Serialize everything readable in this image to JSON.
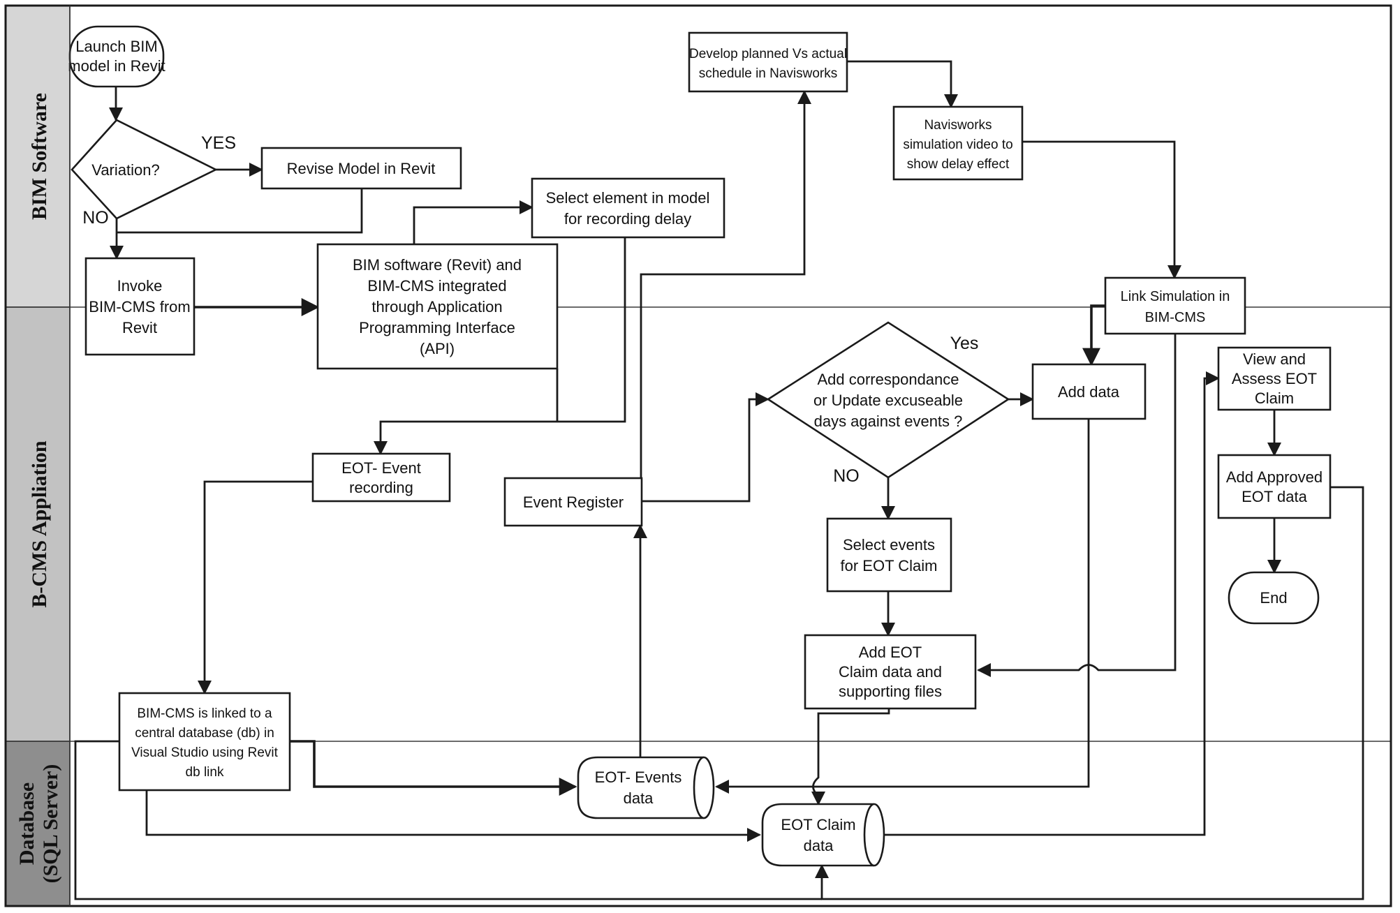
{
  "title": "BIM-CMS EOT claim process flowchart",
  "colors": {
    "lane_bim_software_bg": "#d6d6d6",
    "lane_bcms_application_bg": "#c2c2c2",
    "lane_database_bg": "#8e8e8e",
    "line_color": "#1a1a1a",
    "node_bg": "#ffffff"
  },
  "lanes": {
    "bim_software": {
      "label": "BIM Software"
    },
    "bcms_application": {
      "label": "B-CMS Appliation"
    },
    "database": {
      "label_line1": "Database",
      "label_line2": "(SQL Server)"
    }
  },
  "edge_labels": {
    "yes_upper": "YES",
    "no_upper": "NO",
    "yes_lower": "Yes",
    "no_lower": "NO"
  },
  "nodes": {
    "launch": {
      "type": "terminator",
      "lines": [
        "Launch BIM",
        "model in Revit"
      ]
    },
    "variation": {
      "type": "decision",
      "lines": [
        "Variation?"
      ]
    },
    "revise": {
      "type": "process",
      "lines": [
        "Revise Model in Revit"
      ]
    },
    "invoke": {
      "type": "process",
      "lines": [
        "Invoke",
        "BIM-CMS from",
        "Revit"
      ]
    },
    "api": {
      "type": "process",
      "lines": [
        "BIM software (Revit) and",
        "BIM-CMS integrated",
        "through Application",
        "Programming Interface",
        "(API)"
      ]
    },
    "select_element": {
      "type": "process",
      "lines": [
        "Select element in model",
        "for recording delay"
      ]
    },
    "develop": {
      "type": "process",
      "lines": [
        "Develop planned Vs actual",
        "schedule in Navisworks"
      ]
    },
    "navis_video": {
      "type": "process",
      "lines": [
        "Navisworks",
        "simulation video to",
        "show delay effect"
      ]
    },
    "link_sim": {
      "type": "process",
      "lines": [
        "Link Simulation in",
        "BIM-CMS"
      ]
    },
    "eot_recording": {
      "type": "process",
      "lines": [
        "EOT- Event",
        "recording"
      ]
    },
    "event_register": {
      "type": "process",
      "lines": [
        "Event Register"
      ]
    },
    "correspondence": {
      "type": "decision",
      "lines": [
        "Add correspondance",
        "or Update excuseable",
        "days against events ?"
      ]
    },
    "add_data": {
      "type": "process",
      "lines": [
        "Add data"
      ]
    },
    "view_assess": {
      "type": "process",
      "lines": [
        "View and",
        "Assess EOT",
        "Claim"
      ]
    },
    "add_approved": {
      "type": "process",
      "lines": [
        "Add Approved",
        "EOT data"
      ]
    },
    "end": {
      "type": "terminator",
      "lines": [
        "End"
      ]
    },
    "select_events": {
      "type": "process",
      "lines": [
        "Select events",
        "for EOT Claim"
      ]
    },
    "add_eot_claim": {
      "type": "process",
      "lines": [
        "Add EOT",
        "Claim data and",
        "supporting files"
      ]
    },
    "bimcms_db": {
      "type": "process",
      "lines": [
        "BIM-CMS is linked to a",
        "central database (db) in",
        "Visual Studio using Revit",
        "db link"
      ]
    },
    "events_data_store": {
      "type": "datastore",
      "lines": [
        "EOT- Events",
        "data"
      ]
    },
    "claim_data_store": {
      "type": "datastore",
      "lines": [
        "EOT Claim",
        "data"
      ]
    }
  }
}
